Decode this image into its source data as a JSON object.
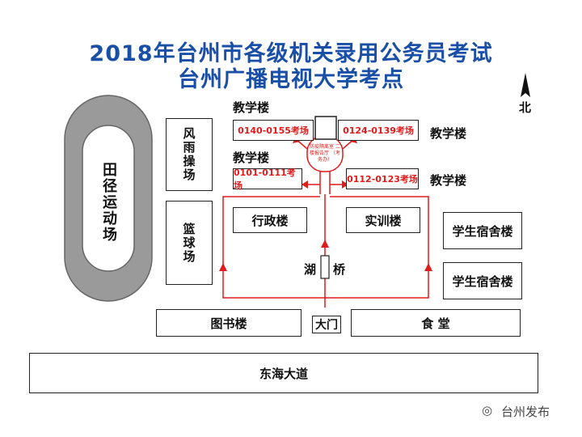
{
  "title": {
    "line1": "2018年台州市各级机关录用公务员考试",
    "line2": "台州广播电视大学考点"
  },
  "north": "北",
  "track": "田径运动场",
  "buildings": {
    "rain_field": "风雨操场",
    "basketball": "篮球场",
    "admin": "行政楼",
    "training": "实训楼",
    "dorm1": "学生宿舍楼",
    "dorm2": "学生宿舍楼",
    "library": "图书楼",
    "gate": "大门",
    "canteen": "食 堂",
    "road": "东海大道",
    "lake": "湖",
    "bridge": "桥"
  },
  "teaching": {
    "label_tl": "教学楼",
    "label_ml": "教学楼",
    "label_tr": "教学楼",
    "label_mr": "教学楼",
    "room_tl": "0140-0155考场",
    "room_tr": "0124-0139考场",
    "room_bl": "0101-0111考场",
    "room_br": "0112-0123考场",
    "center": "防疫隔离室 二楼报告厅 （考务办）"
  },
  "watermark": "台州发布",
  "colors": {
    "title": "#1a4fa8",
    "route": "#e01b1b"
  }
}
